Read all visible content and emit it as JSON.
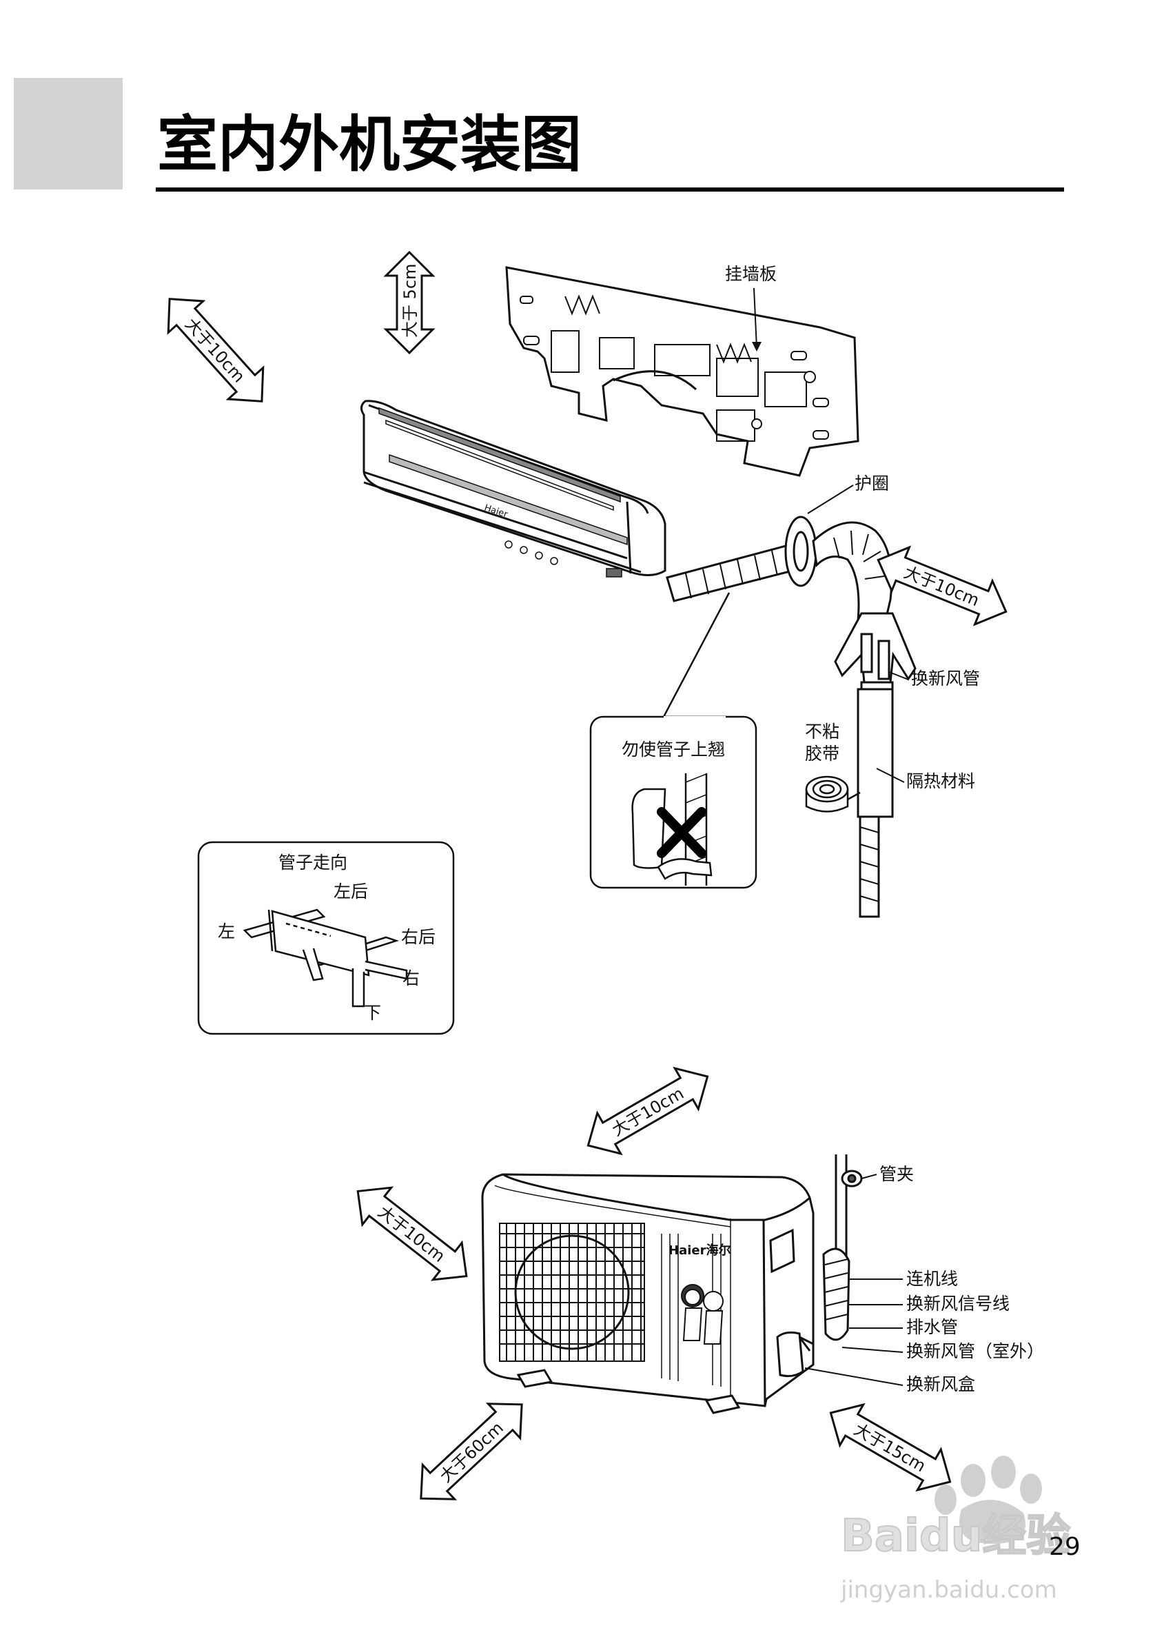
{
  "header": {
    "title": "室内外机安装图"
  },
  "indoor": {
    "wall_plate_label": "挂墙板",
    "clearance_top": "大于 5cm",
    "clearance_left": "大于10cm",
    "clearance_right": "大于10cm",
    "sleeve_label": "护圈",
    "fresh_air_pipe_label": "换新风管",
    "tape_label_line1": "不粘",
    "tape_label_line2": "胶带",
    "insulation_label": "隔热材料",
    "brand_small": "Haier"
  },
  "warning": {
    "text": "勿使管子上翘"
  },
  "pipe_direction": {
    "title": "管子走向",
    "left_rear": "左后",
    "left": "左",
    "right_rear": "右后",
    "right": "右",
    "down": "下"
  },
  "outdoor": {
    "clearance_top": "大于10cm",
    "clearance_left": "大于10cm",
    "clearance_front": "大于60cm",
    "clearance_right": "大于15cm",
    "brand_logo": "Haier海尔",
    "pipe_clamp_label": "管夹",
    "connecting_wire_label": "连机线",
    "signal_wire_label": "换新风信号线",
    "drain_pipe_label": "排水管",
    "outdoor_pipe_label": "换新风管（室外）",
    "air_box_label": "换新风盒"
  },
  "footer": {
    "page_number": "29",
    "watermark_brand": "Baidu经验",
    "watermark_url": "jingyan.baidu.com"
  }
}
